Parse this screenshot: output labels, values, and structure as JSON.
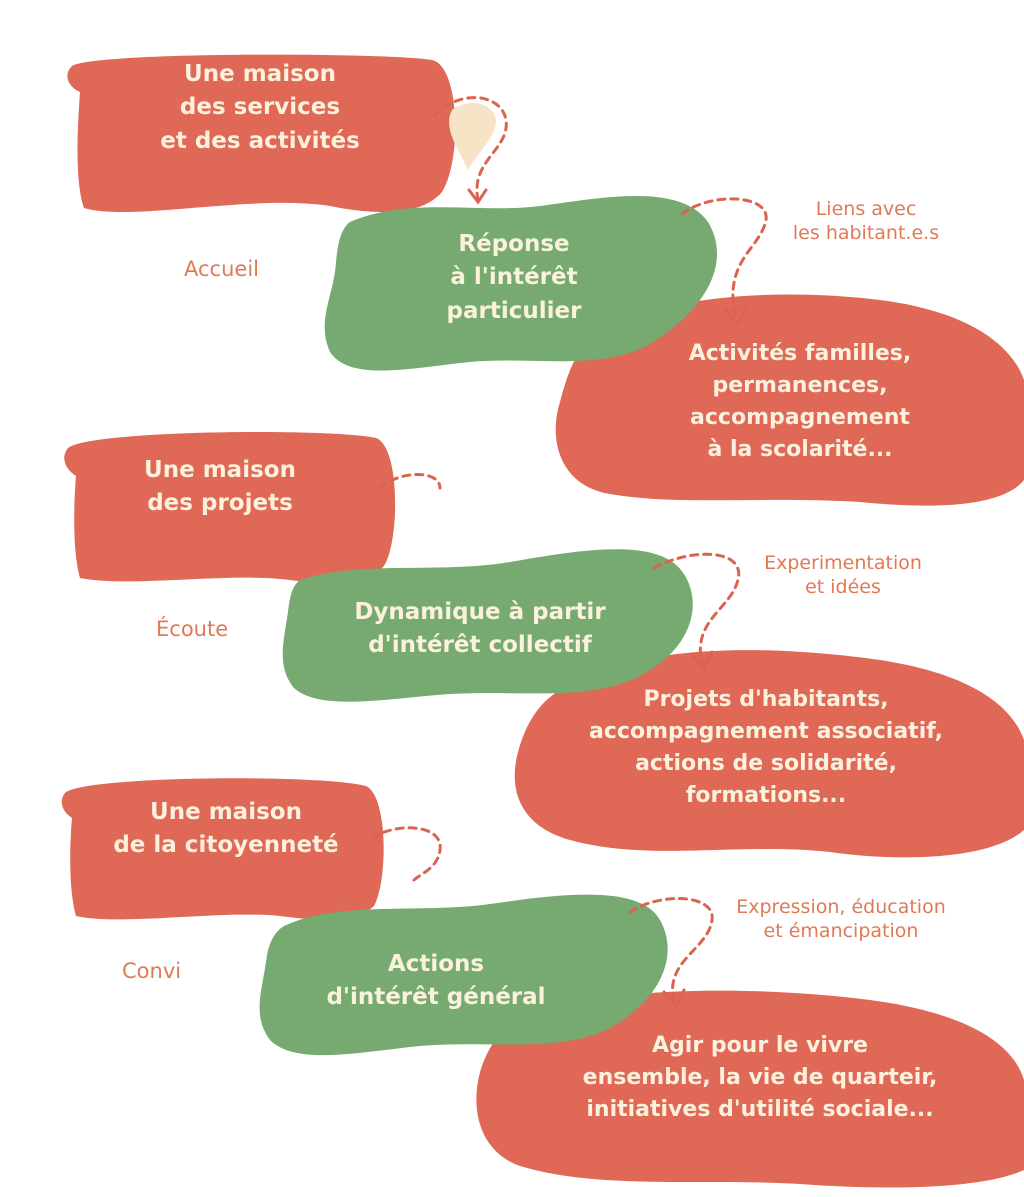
{
  "colors": {
    "red": "#df6856",
    "green": "#76aa71",
    "cream_text": "#fbf1dc",
    "note_text": "#e07a55",
    "arrow": "#d9644f"
  },
  "sections": [
    {
      "house": [
        "Une maison",
        "des services",
        "et des activités"
      ],
      "value": "Accueil",
      "focus": [
        "Réponse",
        "à l'intérêt",
        "particulier"
      ],
      "note": [
        "Liens avec",
        "les habitant.e.s"
      ],
      "actions": [
        "Activités familles,",
        "permanences,",
        "accompagnement",
        "à la scolarité..."
      ]
    },
    {
      "house": [
        "Une maison",
        "des projets"
      ],
      "value": "Écoute",
      "focus": [
        "Dynamique à partir",
        "d'intérêt collectif"
      ],
      "note": [
        "Experimentation",
        "et idées"
      ],
      "actions": [
        "Projets d'habitants,",
        "accompagnement associatif,",
        "actions de solidarité,",
        "formations..."
      ]
    },
    {
      "house": [
        "Une maison",
        "de la citoyenneté"
      ],
      "value": "Convi",
      "focus": [
        "Actions",
        "d'intérêt général"
      ],
      "note": [
        "Expression, éducation",
        "et émancipation"
      ],
      "actions": [
        "Agir pour le vivre",
        "ensemble, la vie de quarteir,",
        "initiatives d'utilité sociale..."
      ]
    }
  ]
}
